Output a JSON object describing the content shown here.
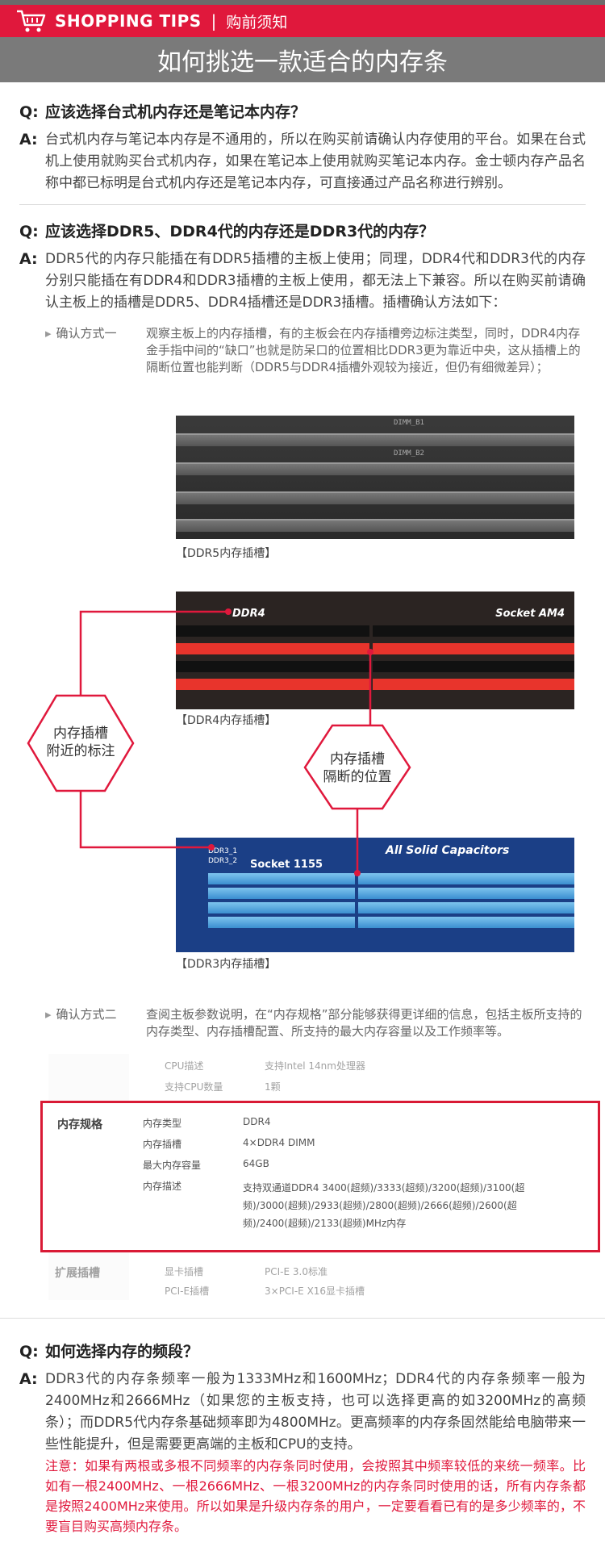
{
  "header": {
    "tips_en": "SHOPPING TIPS",
    "separator": "|",
    "tips_cn": "购前须知",
    "title": "如何挑选一款适合的内存条"
  },
  "q1": {
    "q_label": "Q:",
    "question": "应该选择台式机内存还是笔记本内存？",
    "a_label": "A:",
    "answer": "台式机内存与笔记本内存是不通用的，所以在购买前请确认内存使用的平台。如果在台式机上使用就购买台式机内存，如果在笔记本上使用就购买笔记本内存。金士顿内存产品名称中都已标明是台式机内存还是笔记本内存，可直接通过产品名称进行辨别。"
  },
  "q2": {
    "q_label": "Q:",
    "question": "应该选择DDR5、DDR4代的内存还是DDR3代的内存？",
    "a_label": "A:",
    "answer": "DDR5代的内存只能插在有DDR5插槽的主板上使用；同理，DDR4代和DDR3代的内存分别只能插在有DDR4和DDR3插槽的主板上使用，都无法上下兼容。所以在购买前请确认主板上的插槽是DDR5、DDR4插槽还是DDR3插槽。插槽确认方法如下：",
    "method1_label": "确认方式一",
    "method1_text": "观察主板上的内存插槽，有的主板会在内存插槽旁边标注类型，同时，DDR4内存金手指中间的“缺口”也就是防呆口的位置相比DDR3更为靠近中央，这从插槽上的隔断位置也能判断（DDR5与DDR4插槽外观较为接近，但仍有细微差异）；",
    "ddr5_caption": "【DDR5内存插槽】",
    "ddr4_caption": "【DDR4内存插槽】",
    "ddr3_caption": "【DDR3内存插槽】",
    "callout_left": [
      "内存插槽",
      "附近的标注"
    ],
    "callout_right": [
      "内存插槽",
      "隔断的位置"
    ],
    "ddr4_board_label": "DDR4",
    "ddr4_socket_label": "Socket AM4",
    "ddr3_board_label1": "DDR3_1",
    "ddr3_board_label2": "DDR3_2",
    "ddr3_socket_label": "Socket 1155",
    "ddr3_capacitors": "All Solid Capacitors",
    "ddr5_silk1": "DIMM_B1",
    "ddr5_silk2": "DIMM_B2",
    "method2_label": "确认方式二",
    "method2_text": "查阅主板参数说明，在“内存规格”部分能够获得更详细的信息，包括主板所支持的内存类型、内存插槽配置、所支持的最大内存容量以及工作频率等。"
  },
  "spec": {
    "row_top": [
      {
        "label": "CPU描述",
        "value": "支持Intel 14nm处理器"
      },
      {
        "label": "支持CPU数量",
        "value": "1颗"
      }
    ],
    "memory_group": "内存规格",
    "memory_rows": [
      {
        "label": "内存类型",
        "value": "DDR4"
      },
      {
        "label": "内存插槽",
        "value": "4×DDR4 DIMM"
      },
      {
        "label": "最大内存容量",
        "value": "64GB"
      },
      {
        "label": "内存描述",
        "value": "支持双通道DDR4 3400(超频)/3333(超频)/3200(超频)/3100(超频)/3000(超频)/2933(超频)/2800(超频)/2666(超频)/2600(超频)/2400(超频)/2133(超频)MHz内存"
      }
    ],
    "expand_group": "扩展插槽",
    "expand_rows": [
      {
        "label": "显卡插槽",
        "value": "PCI-E 3.0标准"
      },
      {
        "label": "PCI-E插槽",
        "value": "3×PCI-E X16显卡插槽"
      }
    ]
  },
  "q3": {
    "q_label": "Q:",
    "question": "如何选择内存的频段？",
    "a_label": "A:",
    "answer": "DDR3代的内存条频率一般为1333MHz和1600MHz；DDR4代的内存条频率一般为2400MHz和2666MHz（如果您的主板支持，也可以选择更高的如3200MHz的高频条）；而DDR5代内存条基础频率即为4800MHz。更高频率的内存条固然能给电脑带来一些性能提升，但是需要更高端的主板和CPU的支持。",
    "note": "注意：如果有两根或多根不同频率的内存条同时使用，会按照其中频率较低的来统一频率。比如有一根2400MHz、一根2666MHz、一根3200MHz的内存条同时使用的话，所有内存条都是按照2400MHz来使用。所以如果是升级内存条的用户，一定要看看已有的是多少频率的，不要盲目购买高频内存条。"
  },
  "colors": {
    "accent": "#e0183c",
    "title_bar": "#7a7a7a"
  }
}
